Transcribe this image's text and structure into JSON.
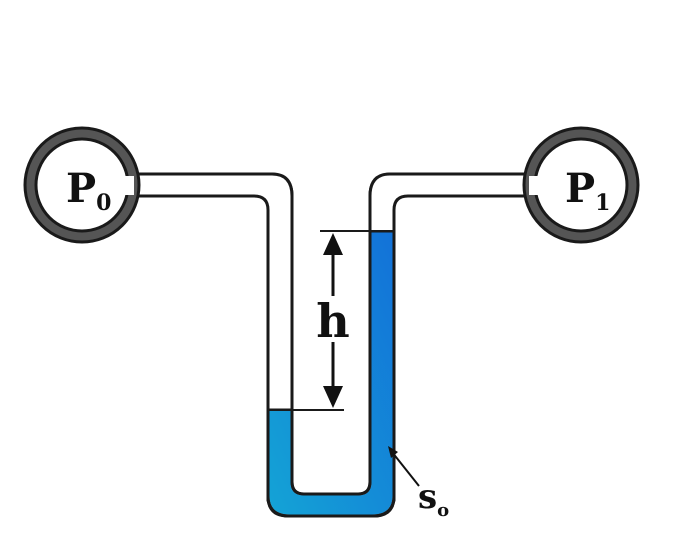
{
  "labels": {
    "p0": "P",
    "p0_sub": "0",
    "p1": "P",
    "p1_sub": "1",
    "height": "h",
    "fluid": "s",
    "fluid_sub": "o"
  },
  "colors": {
    "gauge_ring": "#555555",
    "outline": "#1a1a1a",
    "fluid_light": "#14a3d6",
    "fluid_dark": "#1372d8",
    "tube_fill": "#ffffff"
  }
}
